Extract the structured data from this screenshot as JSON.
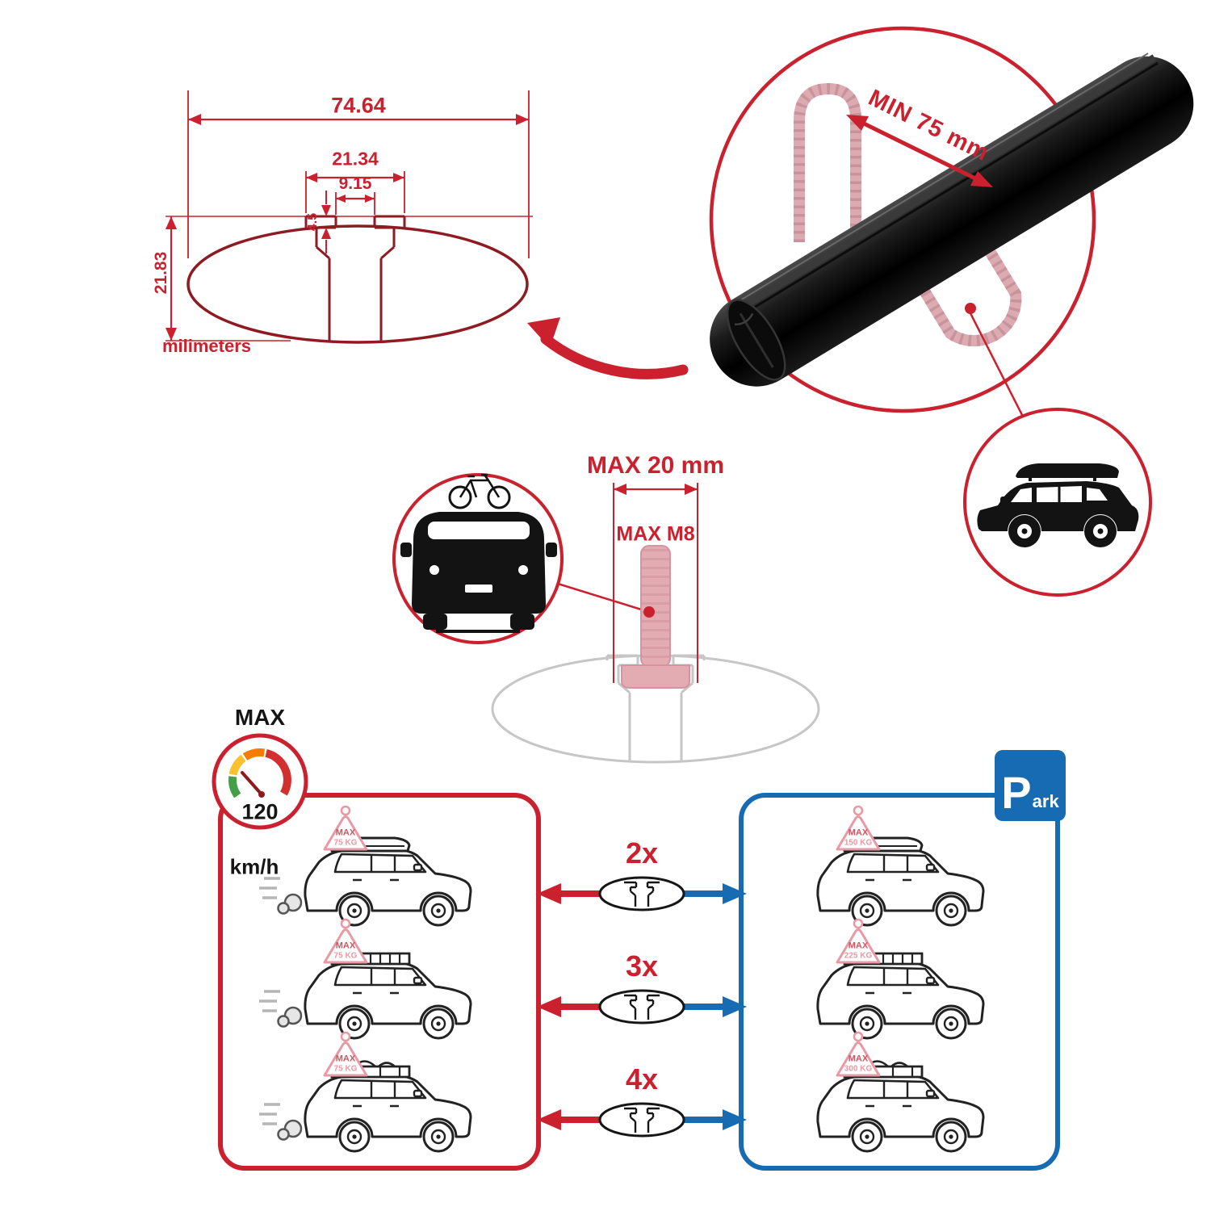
{
  "colors": {
    "accent_red": "#cb202e",
    "accent_blue": "#176bb3",
    "faded_pink": "#e3abb2",
    "profile_maroon": "#8f1b22",
    "neutral_gray": "#c6c6c6",
    "bar_black": "#131313"
  },
  "dimension_drawing": {
    "total_width": "74.64",
    "channel_outer_width": "21.34",
    "channel_opening_width": "9.15",
    "lip_depth": "4.5",
    "total_height": "21.83",
    "units_label": "milimeters"
  },
  "bar_detail": {
    "min_span_label": "MIN 75 mm"
  },
  "bolt_diagram": {
    "max_length_label": "MAX 20 mm",
    "max_thread_label": "MAX M8"
  },
  "speed_limit": {
    "title": "MAX",
    "value": "120",
    "units": "km/h"
  },
  "park_sign": {
    "initial": "P",
    "rest": "ark"
  },
  "driving_cars": [
    {
      "tag_line1": "MAX",
      "tag_line2": "75 KG"
    },
    {
      "tag_line1": "MAX",
      "tag_line2": "75 KG"
    },
    {
      "tag_line1": "MAX",
      "tag_line2": "75 KG"
    }
  ],
  "parked_cars": [
    {
      "tag_line1": "MAX",
      "tag_line2": "150 KG"
    },
    {
      "tag_line1": "MAX",
      "tag_line2": "225 KG"
    },
    {
      "tag_line1": "MAX",
      "tag_line2": "300 KG"
    }
  ],
  "bar_counts": [
    {
      "label": "2x"
    },
    {
      "label": "3x"
    },
    {
      "label": "4x"
    }
  ]
}
